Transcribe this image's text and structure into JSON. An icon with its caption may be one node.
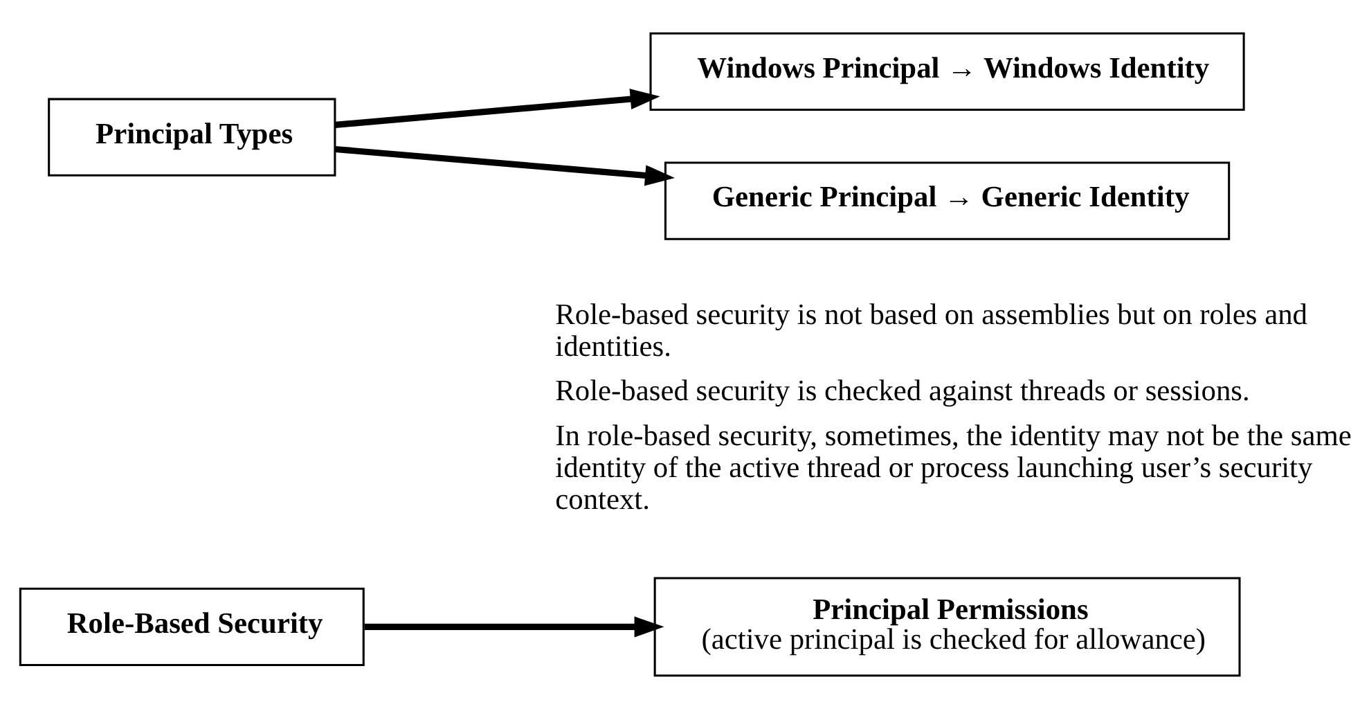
{
  "diagram": {
    "nodes": [
      {
        "text": [
          "Role-Based Security"
        ]
      },
      {
        "text": [
          "Principal Permissions",
          "(active principal is checked for allowance)"
        ]
      },
      {
        "text": [
          "Principal Types"
        ]
      },
      {
        "text": [
          "Windows Principal → Windows Identity"
        ]
      },
      {
        "text": [
          "Generic Principal → Generic Identity"
        ]
      }
    ],
    "edges": [
      {
        "from": 0,
        "to": 1,
        "arrow": "to"
      },
      {
        "from": 2,
        "to": 3,
        "arrow": "to"
      },
      {
        "from": 2,
        "to": 4,
        "arrow": "to"
      }
    ],
    "labels": [
      "Role-based security is not based on assemblies but on roles and identities.",
      "Role-based security is checked against threads or sessions.",
      "In role-based security, sometimes, the identity may not be the same identity of the active thread or process launching user’s security context."
    ]
  }
}
